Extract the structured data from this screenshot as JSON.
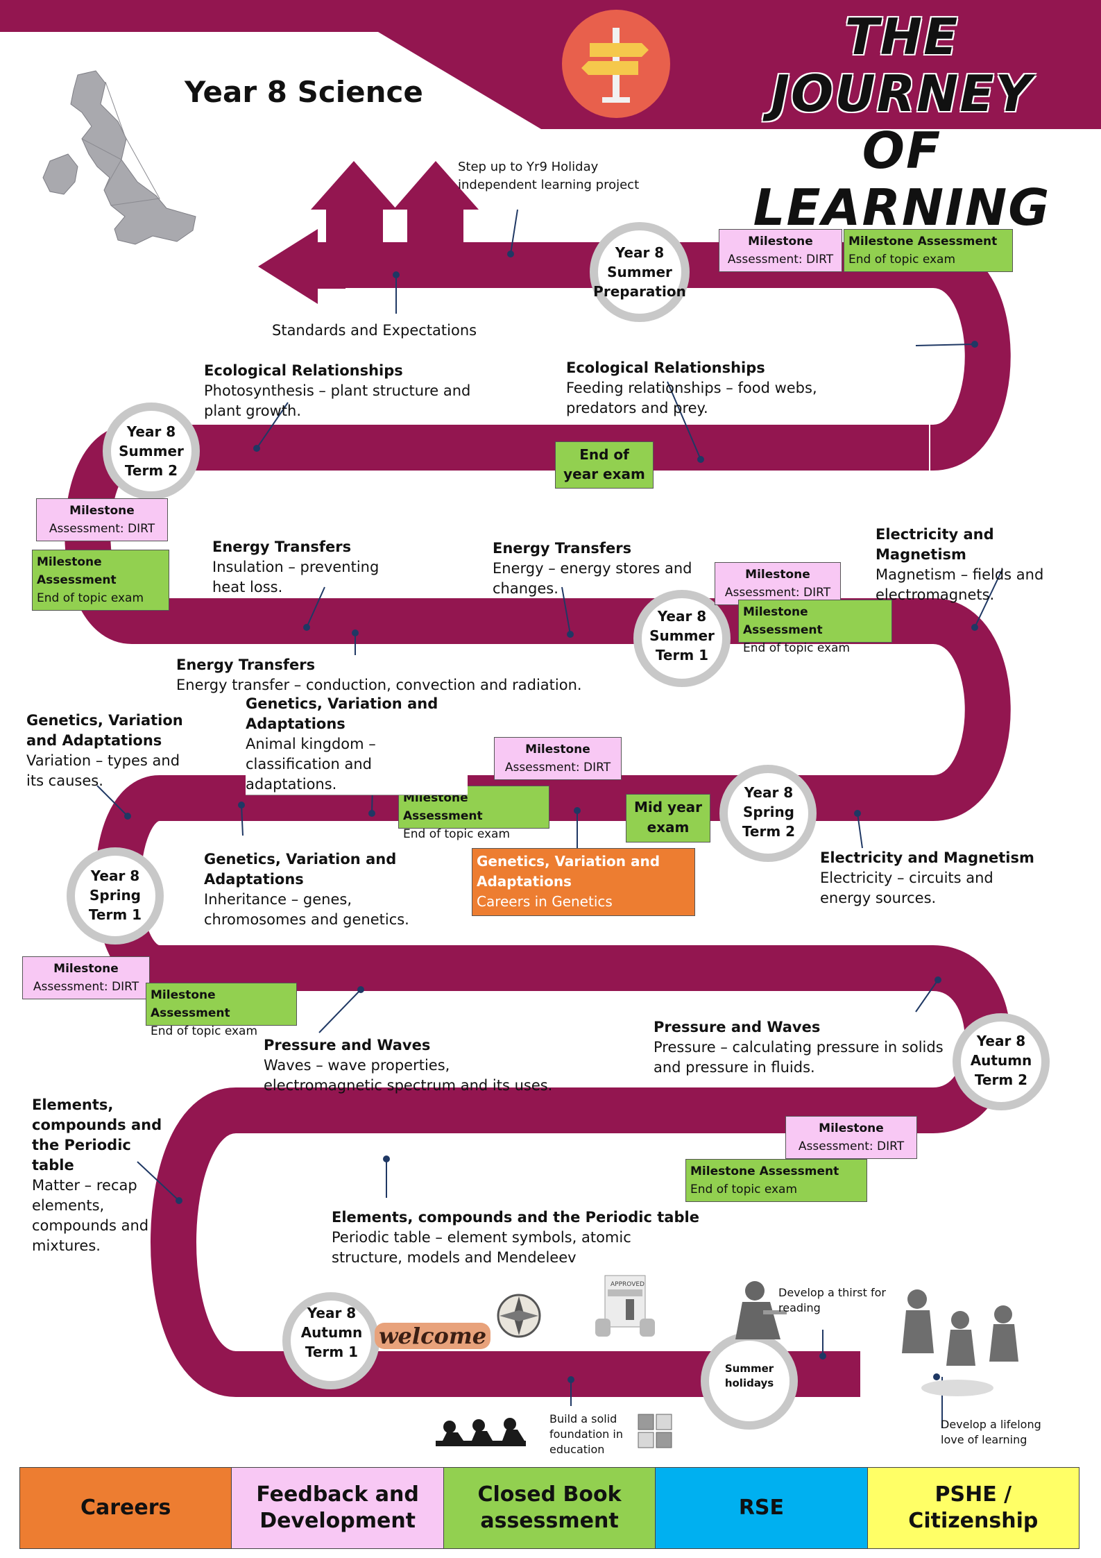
{
  "header": {
    "subject": "Year 8 Science",
    "title_line1": "THE JOURNEY",
    "title_line2": "OF LEARNING"
  },
  "colors": {
    "road": "#931650",
    "pink": "#f8c8f4",
    "green": "#92d050",
    "orange": "#ed7d31",
    "blue": "#00b0f0",
    "yellow": "#ffff66"
  },
  "top": {
    "step_up": "Step up to Yr9 Holiday independent learning project",
    "standards": "Standards and Expectations"
  },
  "terms": {
    "summer_prep": "Year 8 Summer Preparation",
    "summer2": "Year 8 Summer Term 2",
    "summer1": "Year 8 Summer Term 1",
    "spring2": "Year 8 Spring Term 2",
    "spring1": "Year 8 Spring Term 1",
    "autumn2": "Year 8 Autumn Term 2",
    "autumn1": "Year 8 Autumn Term 1",
    "summer_holidays": "Summer holidays"
  },
  "labels": {
    "milestone_dirt_1": "Milestone",
    "milestone_dirt_2": "Assessment:  DIRT",
    "milestone_assessment": "Milestone Assessment",
    "milestone": "Milestone",
    "assessment": "Assessment",
    "end_of_topic": "End of topic exam",
    "end_of_year": "End of year exam",
    "mid_year": "Mid year exam"
  },
  "topics": {
    "eco1": {
      "title": "Ecological Relationships",
      "text": "Photosynthesis – plant structure and plant growth."
    },
    "eco2": {
      "title": "Ecological Relationships",
      "text": "Feeding relationships – food webs, predators and prey."
    },
    "energy1": {
      "title": "Energy Transfers",
      "text": "Insulation –  preventing heat loss."
    },
    "energy2": {
      "title": "Energy Transfers",
      "text": "Energy – energy stores and changes."
    },
    "energy3": {
      "title": "Energy Transfers",
      "text": "Energy transfer – conduction, convection and radiation."
    },
    "elec1": {
      "title": "Electricity and Magnetism",
      "text": "Magnetism – fields and electromagnets."
    },
    "elec2": {
      "title": "Electricity and Magnetism",
      "text": "Electricity – circuits and energy sources."
    },
    "gen1": {
      "title": "Genetics, Variation and Adaptations",
      "text": "Variation – types and its causes."
    },
    "gen2": {
      "title": "Genetics, Variation and Adaptations",
      "text": "Animal kingdom – classification and adaptations."
    },
    "gen3": {
      "title": "Genetics, Variation and Adaptations",
      "text": "Inheritance – genes, chromosomes and genetics."
    },
    "gen_careers": {
      "title": "Genetics, Variation and Adaptations",
      "text": "Careers in Genetics"
    },
    "press1": {
      "title": "Pressure and Waves",
      "text": "Waves – wave properties, electromagnetic spectrum and its uses."
    },
    "press2": {
      "title": "Pressure and Waves",
      "text": "Pressure – calculating pressure in solids and pressure in fluids."
    },
    "elem1": {
      "title": "Elements, compounds and the Periodic table",
      "text": "Matter – recap elements, compounds and mixtures."
    },
    "elem2": {
      "title": "Elements, compounds and the Periodic table",
      "text": "Periodic table – element symbols, atomic structure, models and Mendeleev"
    }
  },
  "bottom": {
    "welcome": "welcome",
    "build": "Build a solid foundation in education",
    "thirst": "Develop a thirst for reading",
    "lifelong": "Develop a lifelong love of learning",
    "approved": "APPROVED"
  },
  "legend": [
    "Careers",
    "Feedback and Development",
    "Closed Book assessment",
    "RSE",
    "PSHE / Citizenship"
  ]
}
